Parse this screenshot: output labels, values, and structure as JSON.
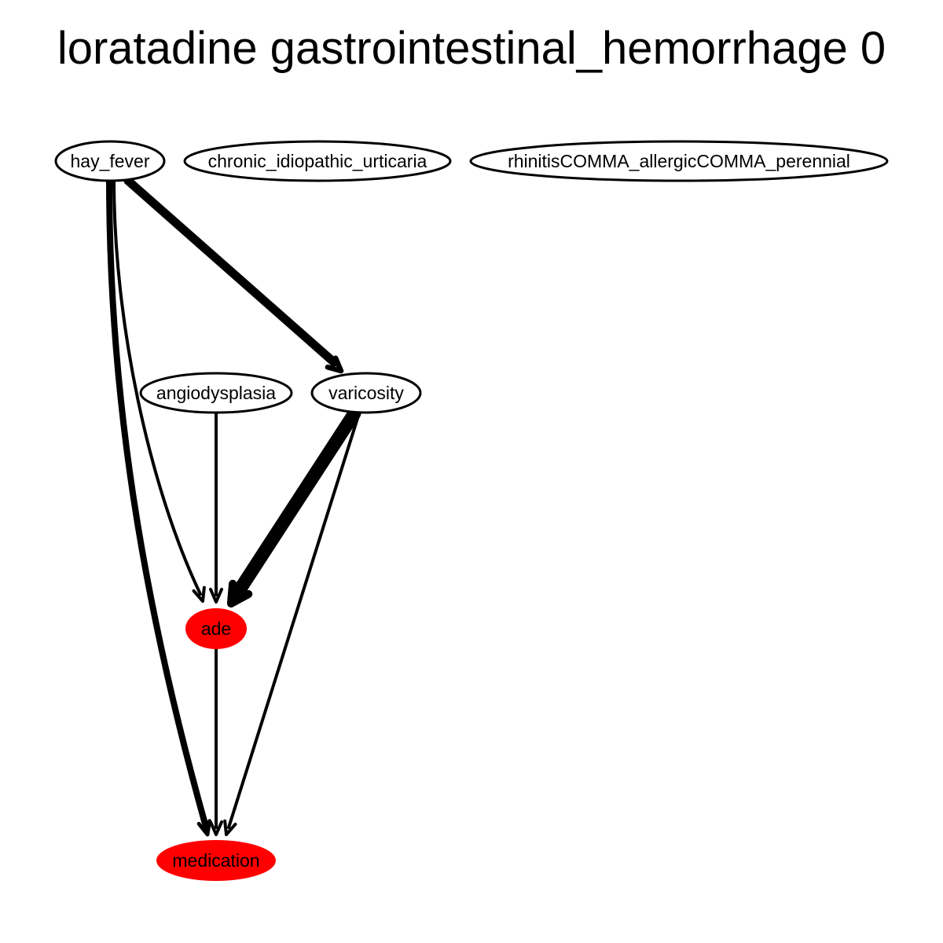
{
  "title": "loratadine gastrointestinal_hemorrhage 0",
  "colors": {
    "highlight_fill": "#ff0000",
    "default_fill": "#ffffff",
    "stroke": "#000000"
  },
  "nodes": [
    {
      "id": "hay_fever",
      "label": "hay_fever",
      "highlighted": false
    },
    {
      "id": "chronic_idiopathic_urticaria",
      "label": "chronic_idiopathic_urticaria",
      "highlighted": false
    },
    {
      "id": "rhinitis",
      "label": "rhinitisCOMMA_allergicCOMMA_perennial",
      "highlighted": false
    },
    {
      "id": "angiodysplasia",
      "label": "angiodysplasia",
      "highlighted": false
    },
    {
      "id": "varicosity",
      "label": "varicosity",
      "highlighted": false
    },
    {
      "id": "ade",
      "label": "ade",
      "highlighted": true
    },
    {
      "id": "medication",
      "label": "medication",
      "highlighted": true
    }
  ],
  "edges": [
    {
      "from": "hay_fever",
      "to": "varicosity",
      "weight": "thick"
    },
    {
      "from": "hay_fever",
      "to": "ade",
      "weight": "normal"
    },
    {
      "from": "hay_fever",
      "to": "medication",
      "weight": "thick"
    },
    {
      "from": "angiodysplasia",
      "to": "ade",
      "weight": "normal"
    },
    {
      "from": "varicosity",
      "to": "ade",
      "weight": "heavy"
    },
    {
      "from": "varicosity",
      "to": "medication",
      "weight": "normal"
    },
    {
      "from": "ade",
      "to": "medication",
      "weight": "normal"
    }
  ]
}
